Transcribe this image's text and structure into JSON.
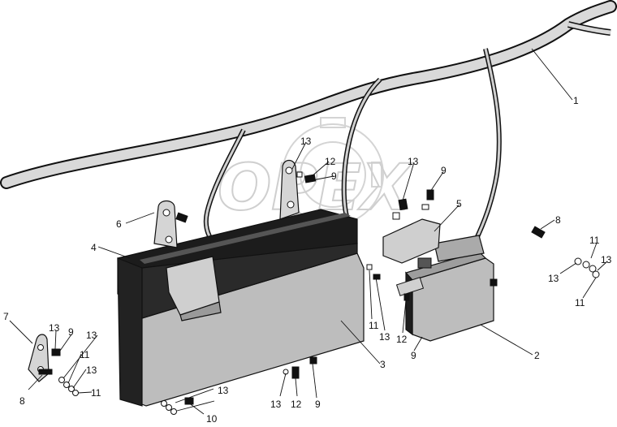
{
  "watermark": "OPEX",
  "labels": [
    {
      "id": "label-1",
      "text": "1"
    },
    {
      "id": "label-2",
      "text": "2"
    },
    {
      "id": "label-3",
      "text": "3"
    },
    {
      "id": "label-4",
      "text": "4"
    },
    {
      "id": "label-5",
      "text": "5"
    },
    {
      "id": "label-6",
      "text": "6"
    },
    {
      "id": "label-7",
      "text": "7"
    },
    {
      "id": "label-8-right",
      "text": "8"
    },
    {
      "id": "label-8-left",
      "text": "8"
    },
    {
      "id": "label-9-top-a",
      "text": "9"
    },
    {
      "id": "label-9-top-b",
      "text": "9"
    },
    {
      "id": "label-9-left",
      "text": "9"
    },
    {
      "id": "label-9-mid",
      "text": "9"
    },
    {
      "id": "label-9-bottom",
      "text": "9"
    },
    {
      "id": "label-10",
      "text": "10"
    },
    {
      "id": "label-11-right-a",
      "text": "11"
    },
    {
      "id": "label-11-right-b",
      "text": "11"
    },
    {
      "id": "label-11-mid",
      "text": "11"
    },
    {
      "id": "label-11-left-a",
      "text": "11"
    },
    {
      "id": "label-11-left-b",
      "text": "11"
    },
    {
      "id": "label-12-top",
      "text": "12"
    },
    {
      "id": "label-12-mid",
      "text": "12"
    },
    {
      "id": "label-12-bottom",
      "text": "12"
    },
    {
      "id": "label-13-top-a",
      "text": "13"
    },
    {
      "id": "label-13-top-b",
      "text": "13"
    },
    {
      "id": "label-13-right-a",
      "text": "13"
    },
    {
      "id": "label-13-right-b",
      "text": "13"
    },
    {
      "id": "label-13-mid",
      "text": "13"
    },
    {
      "id": "label-13-left-a",
      "text": "13"
    },
    {
      "id": "label-13-left-b",
      "text": "13"
    },
    {
      "id": "label-13-left-c",
      "text": "13"
    },
    {
      "id": "label-13-bottom-a",
      "text": "13"
    },
    {
      "id": "label-13-bottom-b",
      "text": "13"
    }
  ]
}
